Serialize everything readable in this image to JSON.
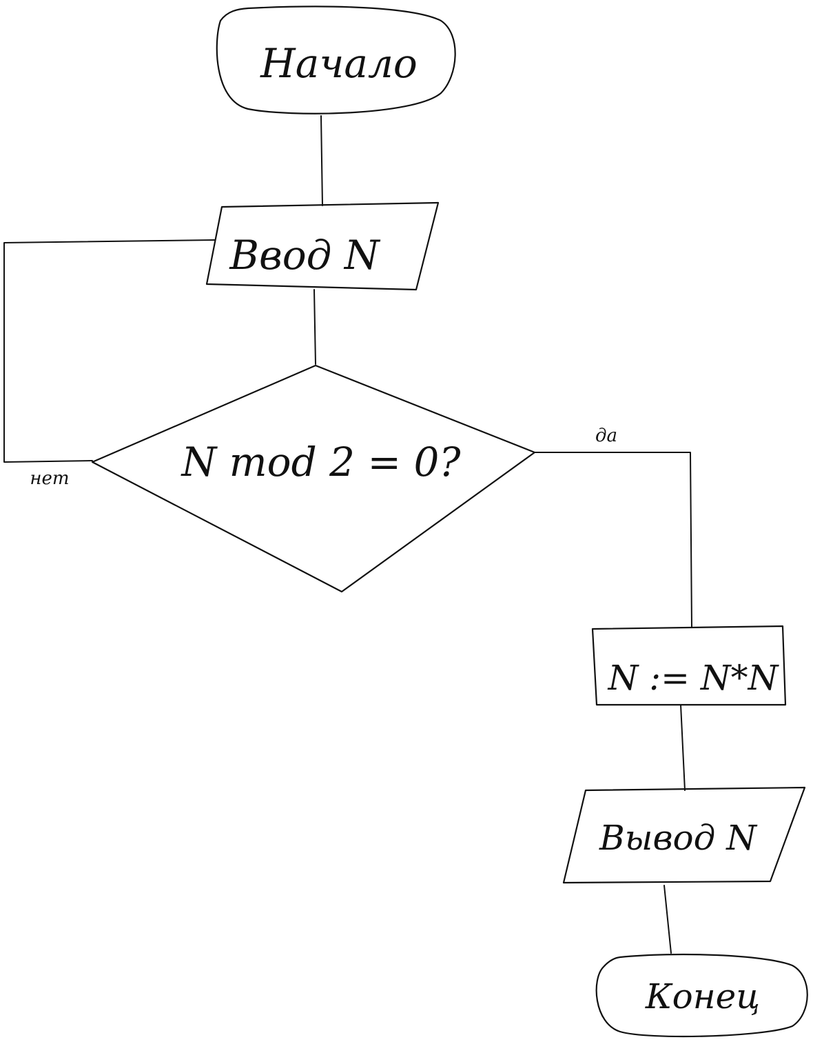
{
  "nodes": {
    "start": "Начало",
    "input": "Ввод N",
    "condition": "N mod 2 = 0?",
    "process": "N := N*N",
    "output": "Вывод N",
    "end": "Конец"
  },
  "branches": {
    "yes": "да",
    "no": "нет"
  },
  "colors": {
    "ink": "#111111",
    "background": "#ffffff"
  }
}
